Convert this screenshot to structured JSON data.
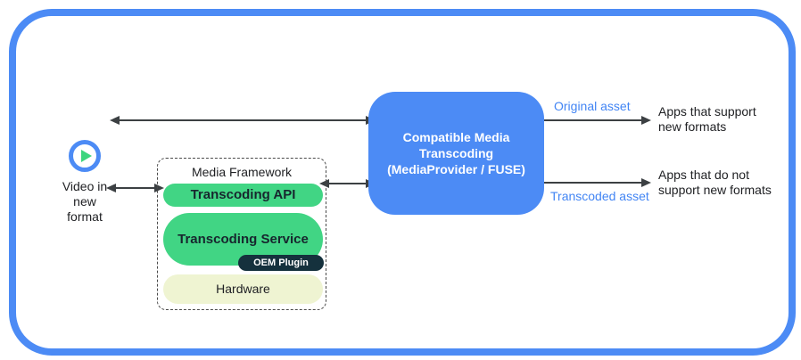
{
  "colors": {
    "frame_blue": "#4C8BF5",
    "transcoder_blue": "#4C8BF5",
    "asset_label_blue": "#4285F4",
    "layer_green": "#41D584",
    "hardware_cream": "#EFF4D2",
    "oem_navy": "#15313D",
    "arrow_gray": "#3C4043",
    "play_triangle_green": "#3DD57E"
  },
  "source": {
    "label": "Video in\nnew\nformat"
  },
  "media_framework": {
    "title": "Media Framework",
    "layers": {
      "api": "Transcoding API",
      "service": "Transcoding Service",
      "plugin": "OEM Plugin",
      "hardware": "Hardware"
    }
  },
  "transcoder": {
    "label": "Compatible Media\nTranscoding\n(MediaProvider / FUSE)"
  },
  "outputs": {
    "original": {
      "asset": "Original asset",
      "target": "Apps that support\nnew formats"
    },
    "transcoded": {
      "asset": "Transcoded asset",
      "target": "Apps that do not\nsupport new formats"
    }
  }
}
